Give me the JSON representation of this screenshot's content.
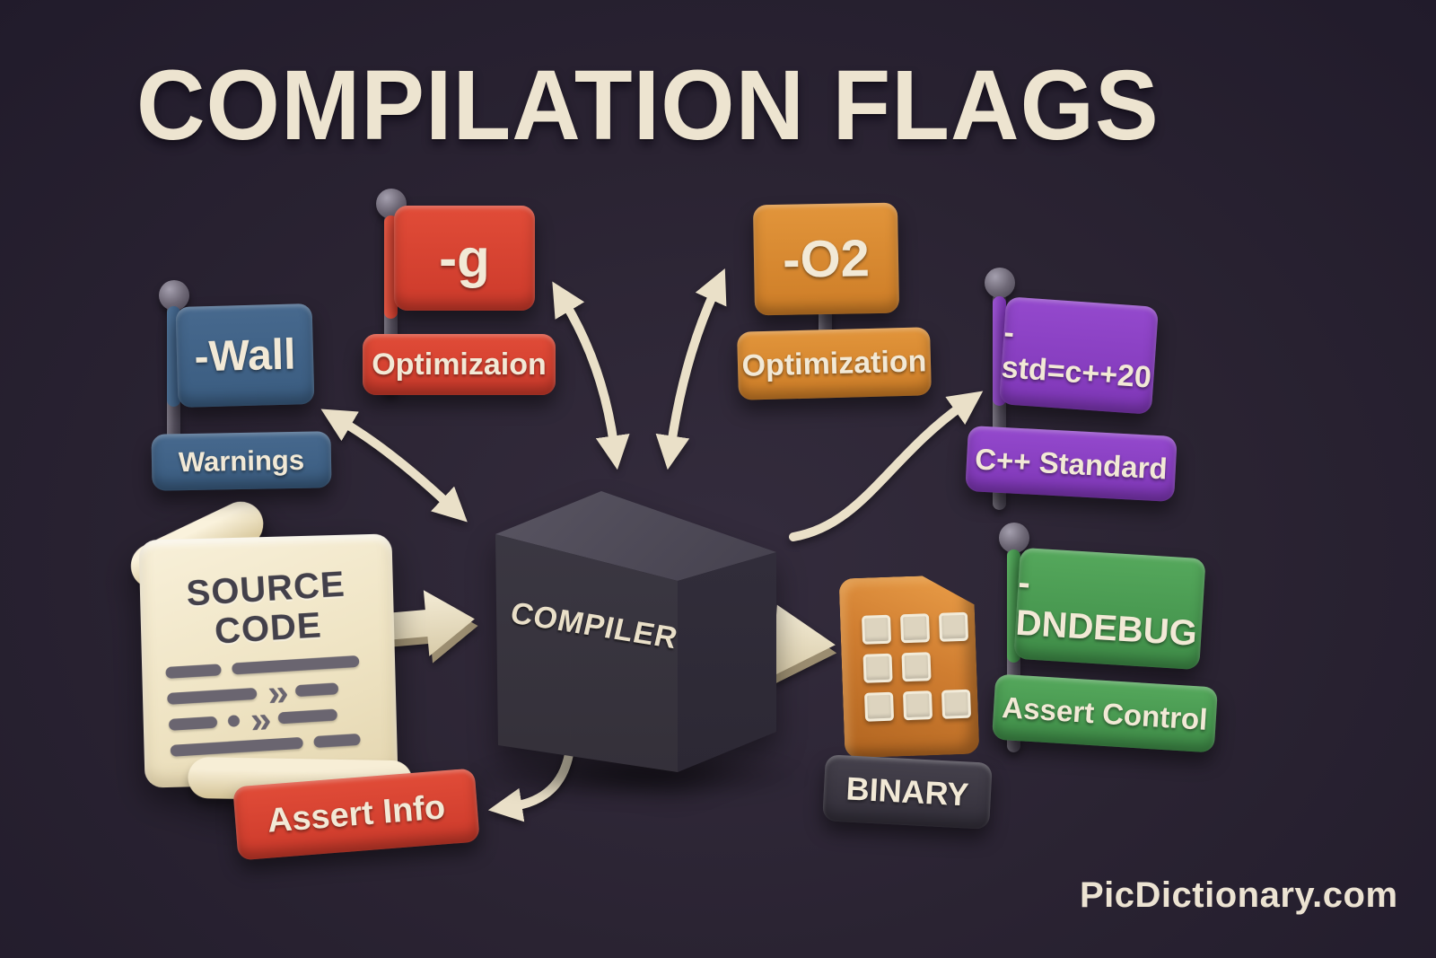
{
  "title": "COMPILATION FLAGS",
  "watermark": "PicDictionary.com",
  "colors": {
    "background": "#2a2332",
    "cream_accent": "#eae0c8",
    "wall_blue": "#3f618a",
    "g_red": "#d64534",
    "o2_orange": "#d88b33",
    "std_purple": "#8a42c4",
    "dndebug_green": "#4a9b51",
    "binary_orange": "#d07e31",
    "cube_gray": "#39363f"
  },
  "flags": [
    {
      "name": "-Wall",
      "description": "Warnings",
      "color": "#3f618a"
    },
    {
      "name": "-g",
      "description": "Optimizaion",
      "color": "#d64534"
    },
    {
      "name": "-O2",
      "description": "Optimization",
      "color": "#d88b33"
    },
    {
      "name": "-std=c++20",
      "description": "C++ Standard",
      "color": "#8a42c4"
    },
    {
      "name": "-DNDEBUG",
      "description": "Assert Control",
      "color": "#4a9b51"
    }
  ],
  "pipeline": {
    "source": {
      "title_line1": "SOURCE",
      "title_line2": "CODE"
    },
    "compiler": {
      "label": "COMPILER"
    },
    "binary": {
      "label": "BINARY"
    },
    "assert_info": {
      "label": "Assert Info"
    }
  }
}
